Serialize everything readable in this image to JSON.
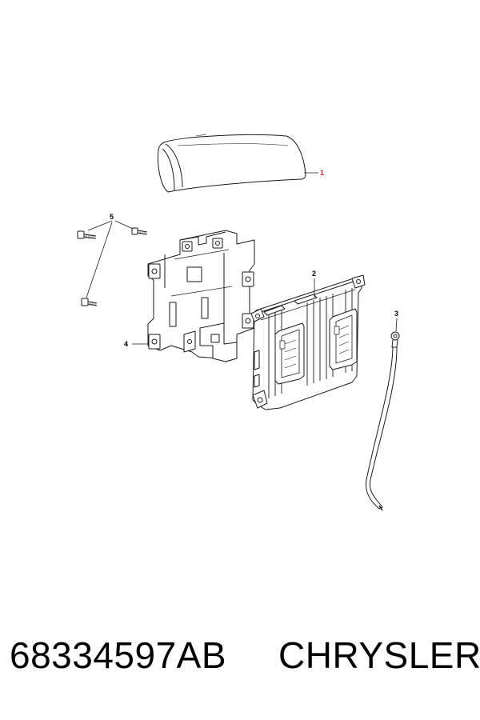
{
  "diagram": {
    "callouts": [
      {
        "id": "cover",
        "label": "1"
      },
      {
        "id": "module",
        "label": "2"
      },
      {
        "id": "cable",
        "label": "3"
      },
      {
        "id": "bracket",
        "label": "4"
      },
      {
        "id": "bolts",
        "label": "5"
      }
    ],
    "colors": {
      "line": "#1a1a1a",
      "highlight": "#c0272d",
      "background": "#ffffff"
    }
  },
  "footer": {
    "part_number": "68334597AB",
    "brand": "CHRYSLER"
  }
}
